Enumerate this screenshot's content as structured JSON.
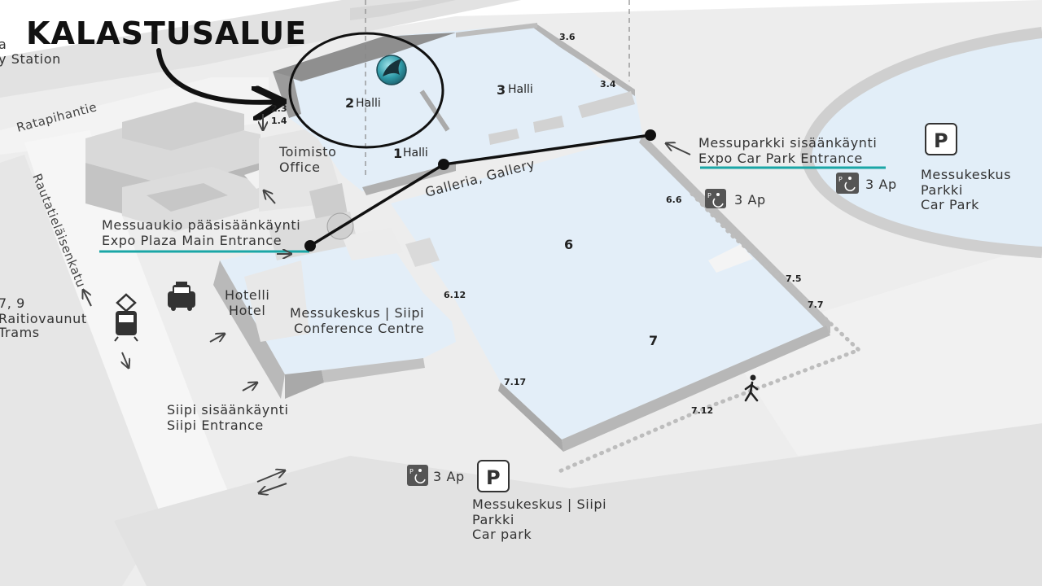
{
  "title": "KALASTUSALUE",
  "streets": {
    "ratapihantie": "Ratapihantie",
    "rautatielaisenkatu": "Rautatieläisenkatu"
  },
  "station": {
    "line1": "a",
    "line2": "y Station"
  },
  "trams": {
    "line1": "7, 9",
    "line2": "Raitiovaunut",
    "line3": "Trams"
  },
  "halls": [
    {
      "number": "1",
      "word": "Halli"
    },
    {
      "number": "2",
      "word": "Halli"
    },
    {
      "number": "3",
      "word": "Halli"
    },
    {
      "number": "6",
      "word": ""
    },
    {
      "number": "7",
      "word": ""
    }
  ],
  "doors": [
    "3.6",
    "3.4",
    "2.3",
    "1.4",
    "6.6",
    "6.12",
    "7.5",
    "7.7",
    "7.17",
    "7.12"
  ],
  "office": {
    "fi": "Toimisto",
    "en": "Office"
  },
  "gallery": "Galleria, Gallery",
  "hotel": {
    "fi": "Hotelli",
    "en": "Hotel"
  },
  "conference": {
    "line1": "Messukeskus | Siipi",
    "line2": "Conference Centre"
  },
  "main_entrance": {
    "fi": "Messuaukio pääsisäänkäynti",
    "en": "Expo Plaza Main Entrance"
  },
  "car_park_entrance": {
    "fi": "Messuparkki sisäänkäynti",
    "en": "Expo Car Park Entrance"
  },
  "siipi_entrance": {
    "fi": "Siipi sisäänkäynti",
    "en": "Siipi Entrance"
  },
  "parking_east": {
    "symbol": "P",
    "line1": "Messukeskus",
    "line2": "Parkki",
    "line3": "Car Park"
  },
  "parking_south": {
    "symbol": "P",
    "line1": "Messukeskus | Siipi",
    "line2": "Parkki",
    "line3": "Car park"
  },
  "accessible": [
    {
      "label": "3 Ap"
    },
    {
      "label": "3 Ap"
    },
    {
      "label": "3 Ap"
    }
  ],
  "colors": {
    "accent_line": "#1aa6a6",
    "hall_fill": "#e3eef8",
    "ground": "#e4e4e4",
    "building": "#d4d4d4",
    "road": "#f4f4f4"
  },
  "icons": {
    "fish": "fish-badge-icon",
    "taxi": "taxi-icon",
    "tram": "tram-icon",
    "pedestrian": "pedestrian-icon",
    "wheelchair": "accessible-parking-icon"
  }
}
